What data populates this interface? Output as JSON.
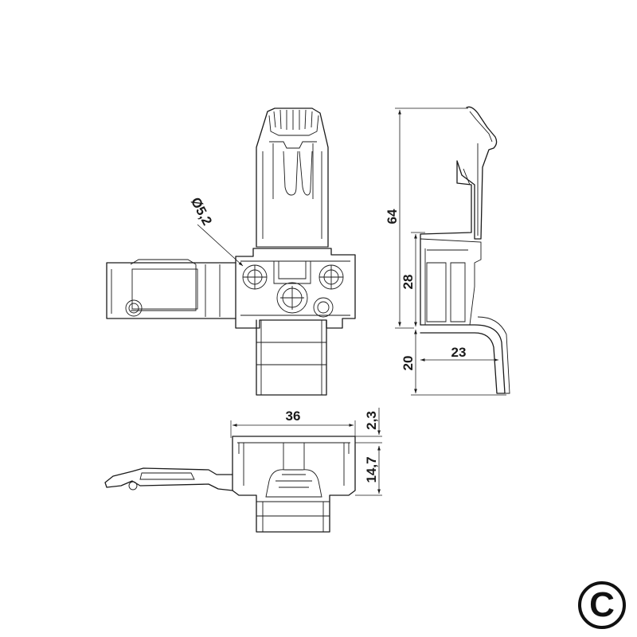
{
  "dimensions": {
    "diameter": "Ø5,2",
    "height_total": "64",
    "height_upper": "28",
    "height_lower": "20",
    "depth": "23",
    "width": "36",
    "thickness": "2,3",
    "body_height": "14,7"
  },
  "copyright_symbol": "C"
}
